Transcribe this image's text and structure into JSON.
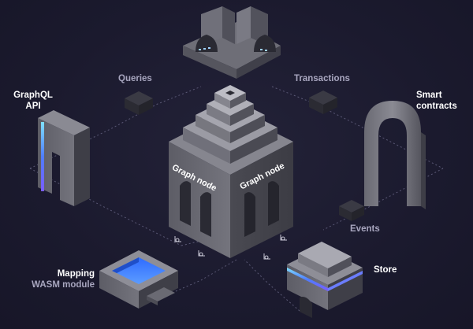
{
  "labels": {
    "graphql_api_line1": "GraphQL",
    "graphql_api_line2": "API",
    "queries": "Queries",
    "transactions": "Transactions",
    "smart_contracts_line1": "Smart",
    "smart_contracts_line2": "contracts",
    "events": "Events",
    "mapping": "Mapping",
    "wasm_module": "WASM module",
    "store": "Store",
    "graph_node_left": "Graph node",
    "graph_node_right": "Graph node"
  },
  "colors": {
    "background": "#1b1a2e",
    "line": "#5a5875",
    "accent_blue": "#3d7bff",
    "accent_purple": "#7a5cff",
    "accent_cyan": "#7fe0ff"
  }
}
